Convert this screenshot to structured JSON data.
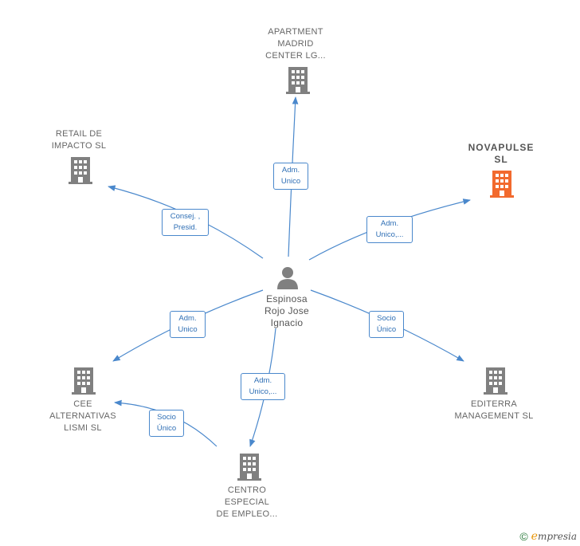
{
  "center": {
    "label": "Espinosa\nRojo Jose\nIgnacio"
  },
  "companies": [
    {
      "id": "apartment",
      "label": "APARTMENT\nMADRID\nCENTER LG...",
      "highlight": false
    },
    {
      "id": "retail",
      "label": "RETAIL DE\nIMPACTO  SL",
      "highlight": false
    },
    {
      "id": "novapulse",
      "label": "NOVAPULSE\nSL",
      "highlight": true
    },
    {
      "id": "cee",
      "label": "CEE\nALTERNATIVAS\nLISMI SL",
      "highlight": false
    },
    {
      "id": "editerra",
      "label": "EDITERRA\nMANAGEMENT SL",
      "highlight": false
    },
    {
      "id": "centro",
      "label": "CENTRO\nESPECIAL\nDE EMPLEO...",
      "highlight": false
    }
  ],
  "edges": [
    {
      "id": "e-apartment",
      "label": "Adm.\nUnico"
    },
    {
      "id": "e-retail",
      "label": "Consej. ,\nPresid."
    },
    {
      "id": "e-novapulse",
      "label": "Adm.\nUnico,..."
    },
    {
      "id": "e-cee",
      "label": "Adm.\nUnico"
    },
    {
      "id": "e-editerra",
      "label": "Socio\nÚnico"
    },
    {
      "id": "e-centro",
      "label": "Adm.\nUnico,..."
    },
    {
      "id": "e-centro-cee",
      "label": "Socio\nÚnico"
    }
  ],
  "colors": {
    "edge": "#4a88cc",
    "building": "#808080",
    "building_highlight": "#f26a2e",
    "person": "#808080"
  },
  "icons": {
    "company": "building-icon",
    "person": "person-icon"
  },
  "brand": {
    "copyright": "©",
    "e_letter": "e",
    "name": "mpresia"
  }
}
